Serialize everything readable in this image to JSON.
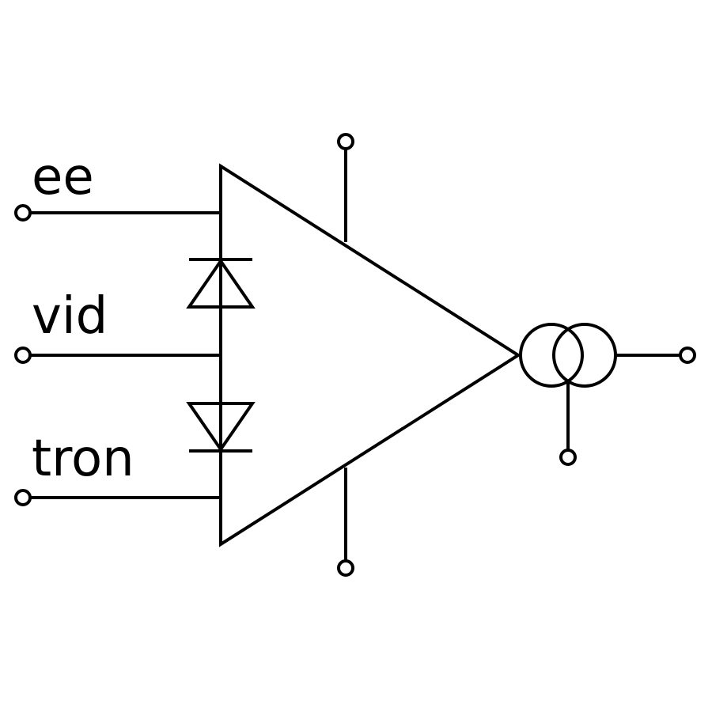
{
  "inputs": {
    "ee": "ee",
    "vid": "vid",
    "tron": "tron"
  },
  "colors": {
    "stroke": "#000000",
    "background": "#ffffff",
    "terminal_fill": "#ffffff"
  }
}
